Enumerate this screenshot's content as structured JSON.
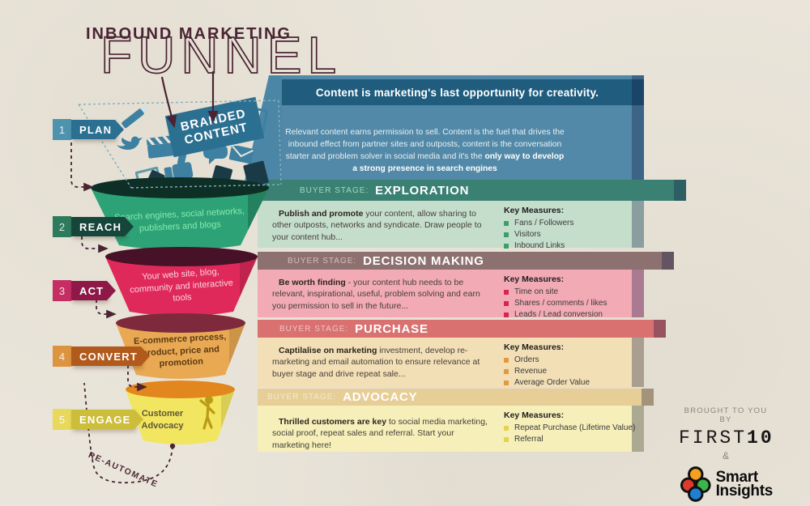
{
  "title": {
    "line1": "INBOUND MARKETING",
    "line2": "FUNNEL"
  },
  "branded_sign": {
    "line1": "BRANDED",
    "line2": "CONTENT"
  },
  "intro": {
    "headline": "Content is marketing's last opportunity for creativity.",
    "body_pre": "Relevant content earns permission to sell. Content is the fuel that drives the inbound effect from partner sites and outposts, content is the conversation starter and problem solver in social media and it's the ",
    "body_bold": "only way to develop a strong presence in search engines"
  },
  "stages": [
    {
      "num": "1",
      "label": "PLAN"
    },
    {
      "num": "2",
      "label": "REACH",
      "funnel_text": "Search engines, social networks, publishers and blogs"
    },
    {
      "num": "3",
      "label": "ACT",
      "funnel_text": "Your web site, blog, community and interactive tools"
    },
    {
      "num": "4",
      "label": "CONVERT",
      "funnel_text": "E-commerce process, product, price and promotion"
    },
    {
      "num": "5",
      "label": "ENGAGE",
      "funnel_text": "Customer Advocacy"
    }
  ],
  "rows": [
    {
      "buyer_stage_label": "BUYER STAGE:",
      "stage": "EXPLORATION",
      "lead": "Publish and promote",
      "body": " your content, allow sharing to other outposts, networks and syndicate. Draw people to your content hub...",
      "key_title": "Key Measures:",
      "measures": [
        "Fans / Followers",
        "Visitors",
        "Inbound Links"
      ]
    },
    {
      "buyer_stage_label": "BUYER STAGE:",
      "stage": "DECISION MAKING",
      "lead": "Be worth finding",
      "body": " - your content hub needs to be relevant, inspirational, useful, problem solving and earn you permission to sell in the future...",
      "key_title": "Key Measures:",
      "measures": [
        "Time on site",
        "Shares / comments / likes",
        "Leads / Lead conversion"
      ]
    },
    {
      "buyer_stage_label": "BUYER STAGE:",
      "stage": "PURCHASE",
      "lead": "Captilalise on marketing",
      "body": " investment, develop re-marketing and email automation to ensure relevance at buyer stage and drive repeat sale...",
      "key_title": "Key Measures:",
      "measures": [
        "Orders",
        "Revenue",
        "Average Order Value"
      ]
    },
    {
      "buyer_stage_label": "BUYER STAGE:",
      "stage": "ADVOCACY",
      "lead": "Thrilled customers are key",
      "body": " to social media marketing, social proof, repeat sales and referral. Start your marketing here!",
      "key_title": "Key Measures:",
      "measures": [
        "Repeat Purchase (Lifetime Value)",
        "Referral"
      ]
    }
  ],
  "re_automate": "RE-AUTOMATE",
  "branding": {
    "brought": "BROUGHT TO YOU BY",
    "first10_a": "FIRST",
    "first10_b": "10",
    "amp": "&",
    "smart_line1": "Smart",
    "smart_line2": "Insights"
  },
  "icons": [
    "pencil",
    "twitter-bird",
    "clapperboard",
    "thumbs-up",
    "speech-bubble",
    "envelope",
    "tablet",
    "photo-frame"
  ],
  "colors": {
    "paper": "#EAE5DA",
    "title-ink": "#4A2433",
    "teal-icon": "#3D80A1",
    "plan-num": "#4E93AE",
    "plan-banner": "#2B6F91",
    "reach-num": "#2E7A5C",
    "reach-banner": "#16453A",
    "act-num": "#C52E63",
    "act-banner": "#8E1949",
    "convert-num": "#DD9440",
    "convert-banner": "#B25A1B",
    "engage-num": "#E8D95C",
    "engage-banner": "#CCBD3A",
    "intro-header": "#1F5C7D",
    "intro-body": "#5289A8",
    "r1-band": "#3A8073",
    "r1-tint": "#A4D9BA",
    "r1-body": "#C5DECC",
    "r1-bullet": "#3AA06B",
    "r2-band": "#8D7170",
    "r2-tint": "#D5BDBB",
    "r2-body": "#F2AAB5",
    "r2-bullet": "#D9244E",
    "r3-band": "#D97171",
    "r3-tint": "#F2C3C3",
    "r3-body": "#F3DFB6",
    "r3-bullet": "#E29A3F",
    "r4-band": "#E7CE96",
    "r4-tint": "#F6E9C9",
    "r4-body": "#F6EFBA",
    "r4-bullet": "#E3D44F",
    "reach-fill": "#2EA277",
    "reach-mouth": "#0E2F26",
    "reach-text": "#86EBAD",
    "act-fill": "#E0295B",
    "act-mouth": "#471127",
    "act-text": "#F8D3DE",
    "convert-fill": "#E9A953",
    "convert-mouth": "#7E2A3C",
    "convert-text": "#5C3A14",
    "engage-fill": "#F2E55F",
    "engage-mouth": "#E2861E",
    "engage-text": "#5F5638",
    "maroon": "#4A2433",
    "si-orange": "#F5A01E",
    "si-red": "#E03A2B",
    "si-green": "#3CB54A",
    "si-blue": "#1F7FD1"
  }
}
